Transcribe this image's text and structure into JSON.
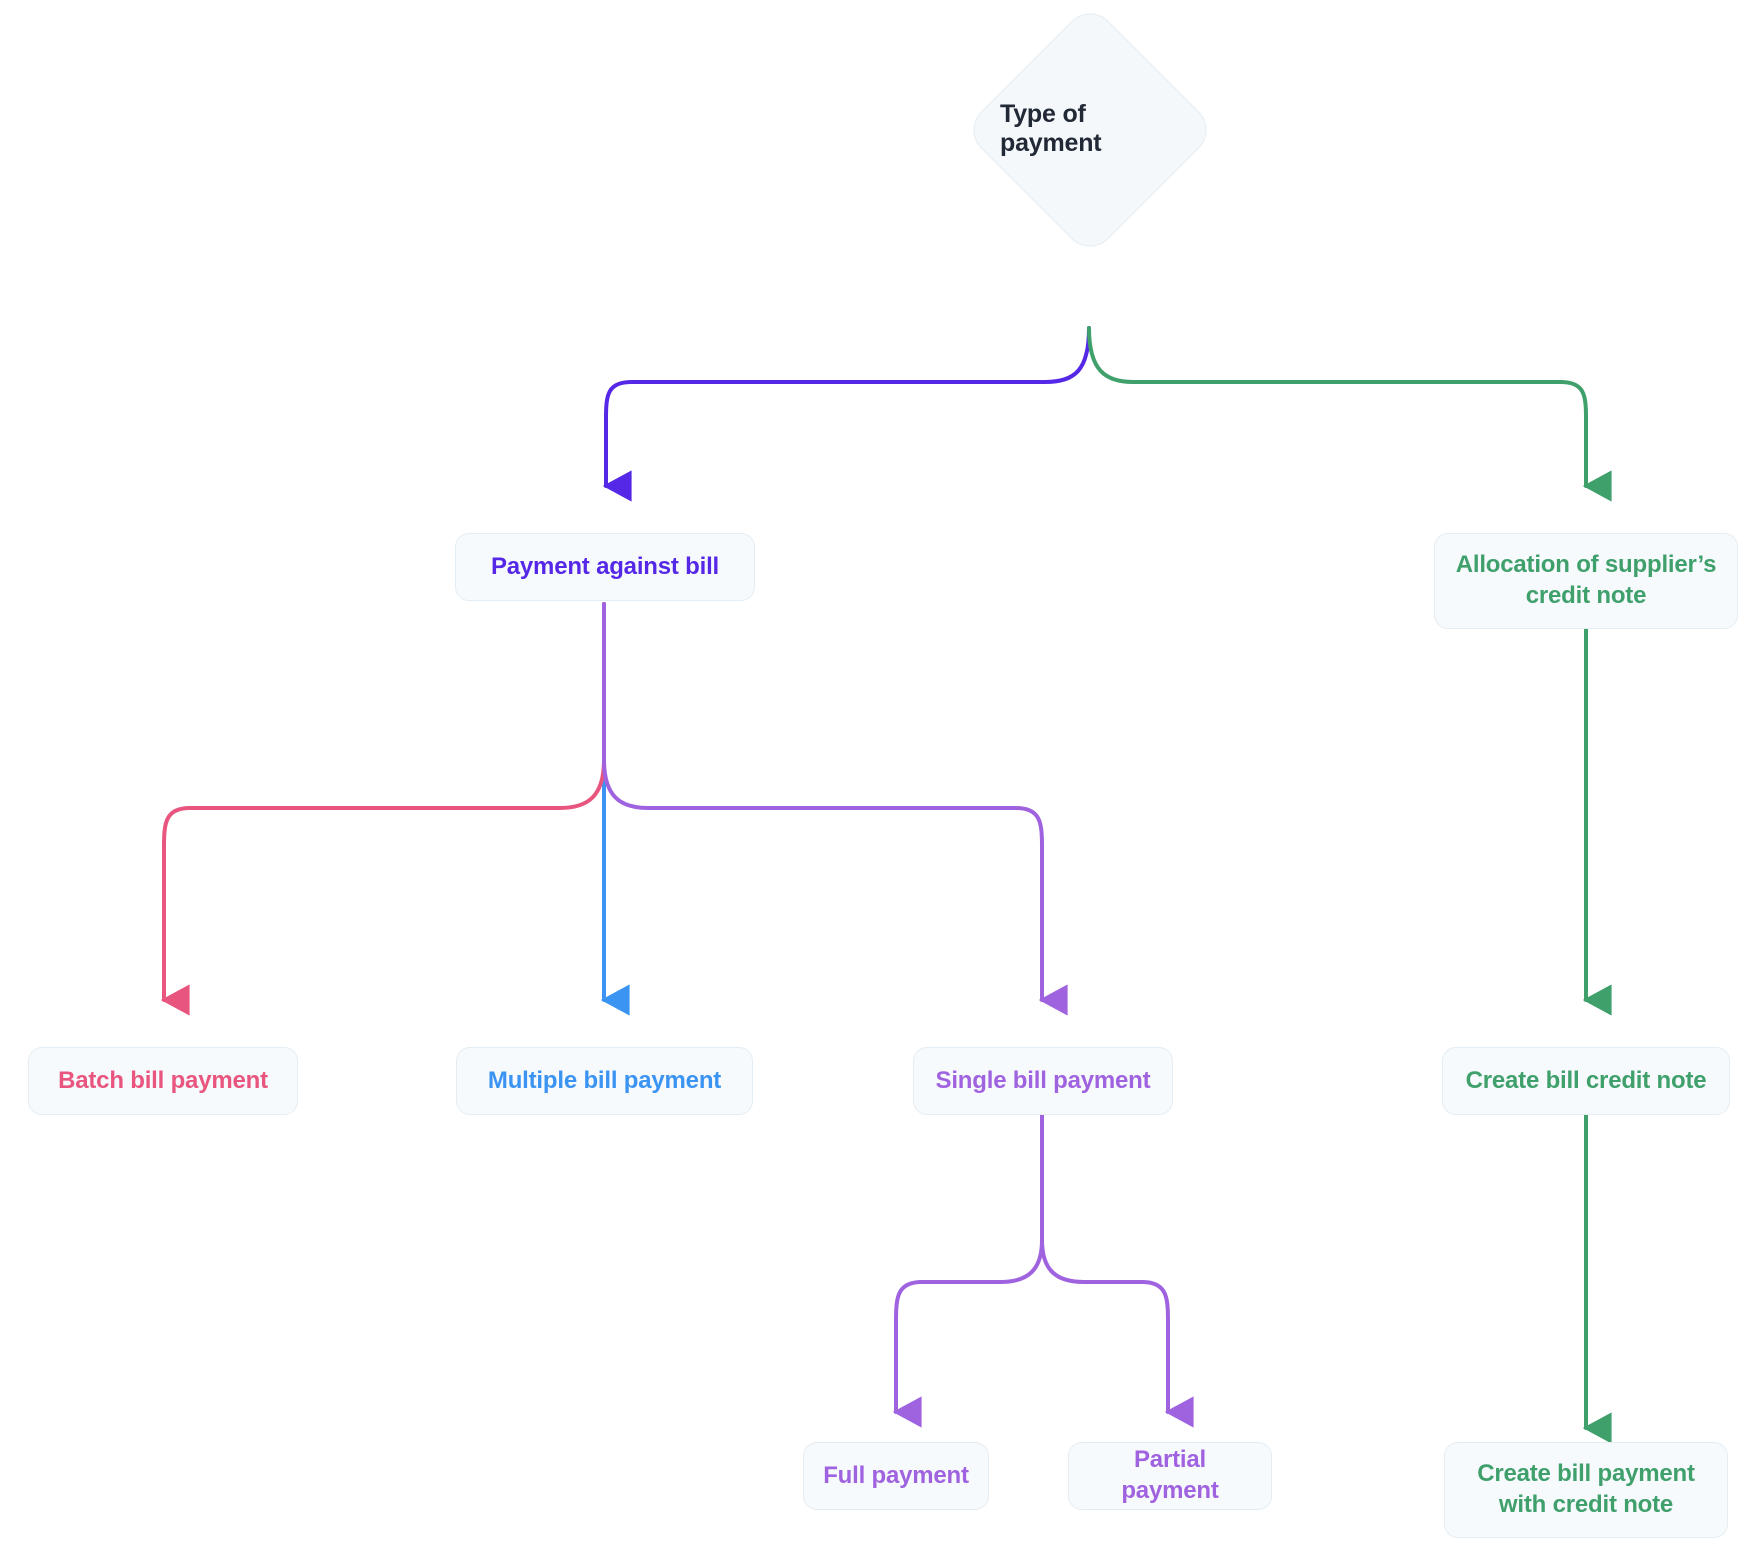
{
  "diagram": {
    "title": "Type of payment",
    "type": "flowchart",
    "orientation": "top-down",
    "background": "#ffffff",
    "node_fill": "#f7fafc",
    "node_border": "#e4edf3"
  },
  "colors": {
    "root_text": "#212936",
    "indigo": "#5528E8",
    "green": "#3FA06C",
    "blue": "#3B94F2",
    "pink": "#E8567F",
    "purple": "#A063E0"
  },
  "nodes": {
    "root": {
      "label": "Type of payment",
      "color": "#212936",
      "shape": "diamond"
    },
    "payment_against_bill": {
      "label": "Payment against bill",
      "color": "#5528E8",
      "shape": "rounded-rect"
    },
    "allocation_credit_note": {
      "label": "Allocation of supplier’s credit note",
      "color": "#3FA06C",
      "shape": "rounded-rect"
    },
    "batch_bill_payment": {
      "label": "Batch bill payment",
      "color": "#E8567F",
      "shape": "rounded-rect"
    },
    "multiple_bill_payment": {
      "label": "Multiple bill payment",
      "color": "#3B94F2",
      "shape": "rounded-rect"
    },
    "single_bill_payment": {
      "label": "Single bill payment",
      "color": "#A063E0",
      "shape": "rounded-rect"
    },
    "create_bill_credit_note": {
      "label": "Create bill credit note",
      "color": "#3FA06C",
      "shape": "rounded-rect"
    },
    "full_payment": {
      "label": "Full payment",
      "color": "#A063E0",
      "shape": "rounded-rect"
    },
    "partial_payment": {
      "label": "Partial payment",
      "color": "#A063E0",
      "shape": "rounded-rect"
    },
    "create_bill_payment_with_credit_note": {
      "label": "Create bill payment with credit note",
      "color": "#3FA06C",
      "shape": "rounded-rect"
    }
  },
  "edges": [
    {
      "from": "root",
      "to": "payment_against_bill",
      "color": "#5528E8"
    },
    {
      "from": "root",
      "to": "allocation_credit_note",
      "color": "#3FA06C"
    },
    {
      "from": "payment_against_bill",
      "to": "batch_bill_payment",
      "color": "#E8567F"
    },
    {
      "from": "payment_against_bill",
      "to": "multiple_bill_payment",
      "color": "#3B94F2"
    },
    {
      "from": "payment_against_bill",
      "to": "single_bill_payment",
      "color": "#A063E0"
    },
    {
      "from": "allocation_credit_note",
      "to": "create_bill_credit_note",
      "color": "#3FA06C"
    },
    {
      "from": "single_bill_payment",
      "to": "full_payment",
      "color": "#A063E0"
    },
    {
      "from": "single_bill_payment",
      "to": "partial_payment",
      "color": "#A063E0"
    },
    {
      "from": "create_bill_credit_note",
      "to": "create_bill_payment_with_credit_note",
      "color": "#3FA06C"
    }
  ]
}
